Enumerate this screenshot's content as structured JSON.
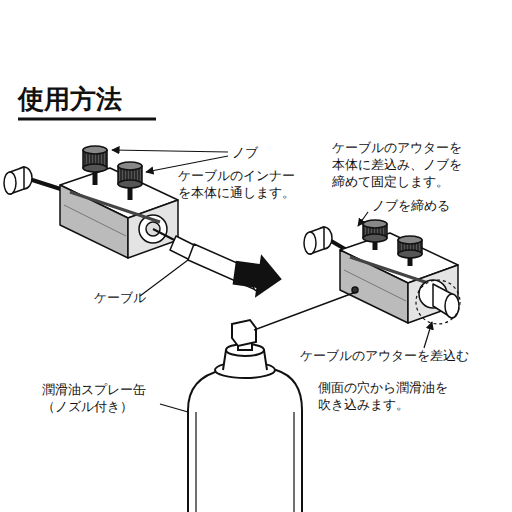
{
  "diagram": {
    "title": "使用方法",
    "labels": [
      "ノブ",
      "ケーブルのインナー を本体に通します。",
      "ケーブル",
      "ケーブルのアウターを 本体に差込み、ノブを 締めて固定します。",
      "ノブを締める",
      "ケーブルのアウターを差込む",
      "潤滑油スプレー缶 （ノズル付き）",
      "側面の穴から潤滑油を 吹き込みます。"
    ]
  }
}
